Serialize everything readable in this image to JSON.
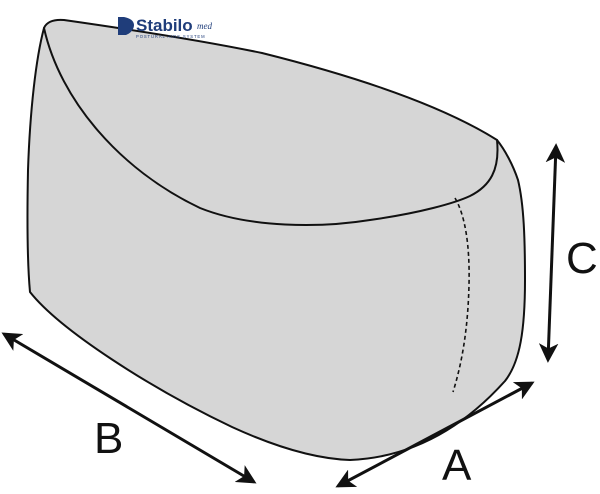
{
  "diagram": {
    "dimension_labels": {
      "a": "A",
      "b": "B",
      "c": "C"
    },
    "logo": {
      "brand": "Stabilo",
      "suffix": "med",
      "tagline": "POSTURAL AIDS SYSTEM"
    },
    "colors": {
      "body_fill": "#d6d6d6",
      "outline": "#111111",
      "logo": "#1f3d7a",
      "arrow": "#111111"
    }
  }
}
